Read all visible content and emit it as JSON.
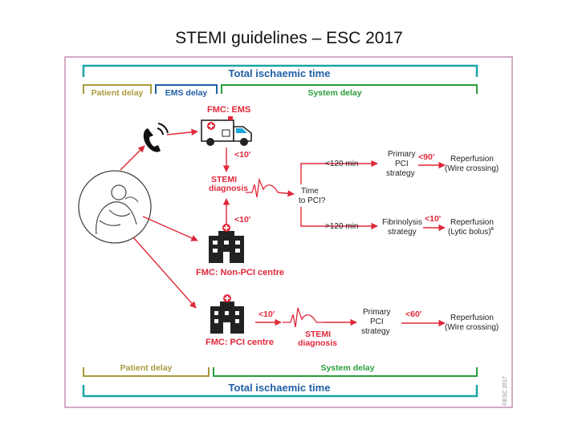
{
  "slide_title": "STEMI guidelines – ESC 2017",
  "colors": {
    "blue": "#1f5fa6",
    "red": "#e0283a",
    "olive": "#a89a3c",
    "teal": "#1aa5a5",
    "green": "#2a9d3a",
    "frame": "#c98fb4",
    "dark": "#222222"
  },
  "diagram": {
    "total_time_top": "Total ischaemic time",
    "patient_delay_top": "Patient delay",
    "ems_delay": "EMS delay",
    "system_delay_top": "System delay",
    "fmc_ems": "FMC: EMS",
    "ems_to_diag": "<10'",
    "stemi_diag_1_l1": "STEMI",
    "stemi_diag_1_l2": "diagnosis",
    "time_pci_l1": "Time",
    "time_pci_l2": "to PCI?",
    "lt120": "<120 min",
    "gt120": ">120 min",
    "primary_pci_l1": "Primary",
    "primary_pci_l2": "PCI",
    "primary_pci_l3": "strategy",
    "to_wire_90": "<90'",
    "reperf_wire_l1": "Reperfusion",
    "reperf_wire_l2": "(Wire crossing)",
    "fibrinolysis_l1": "Fibrinolysis",
    "fibrinolysis_l2": "strategy",
    "to_lytic_10": "<10'",
    "reperf_lytic_l1": "Reperfusion",
    "reperf_lytic_l2": "(Lytic bolus)",
    "reperf_lytic_sup": "a",
    "nonpci_to_diag": "<10'",
    "fmc_nonpci": "FMC: Non-PCI centre",
    "fmc_pci": "FMC: PCI centre",
    "pci_to_diag": "<10'",
    "stemi_diag_2_l1": "STEMI",
    "stemi_diag_2_l2": "diagnosis",
    "primary_pci2_l1": "Primary",
    "primary_pci2_l2": "PCI",
    "primary_pci2_l3": "strategy",
    "to_wire_60": "<60'",
    "reperf_wire2_l1": "Reperfusion",
    "reperf_wire2_l2": "(Wire crossing)",
    "patient_delay_bottom": "Patient delay",
    "system_delay_bottom": "System delay",
    "total_time_bottom": "Total ischaemic time",
    "credit": "©ESC 2017"
  }
}
